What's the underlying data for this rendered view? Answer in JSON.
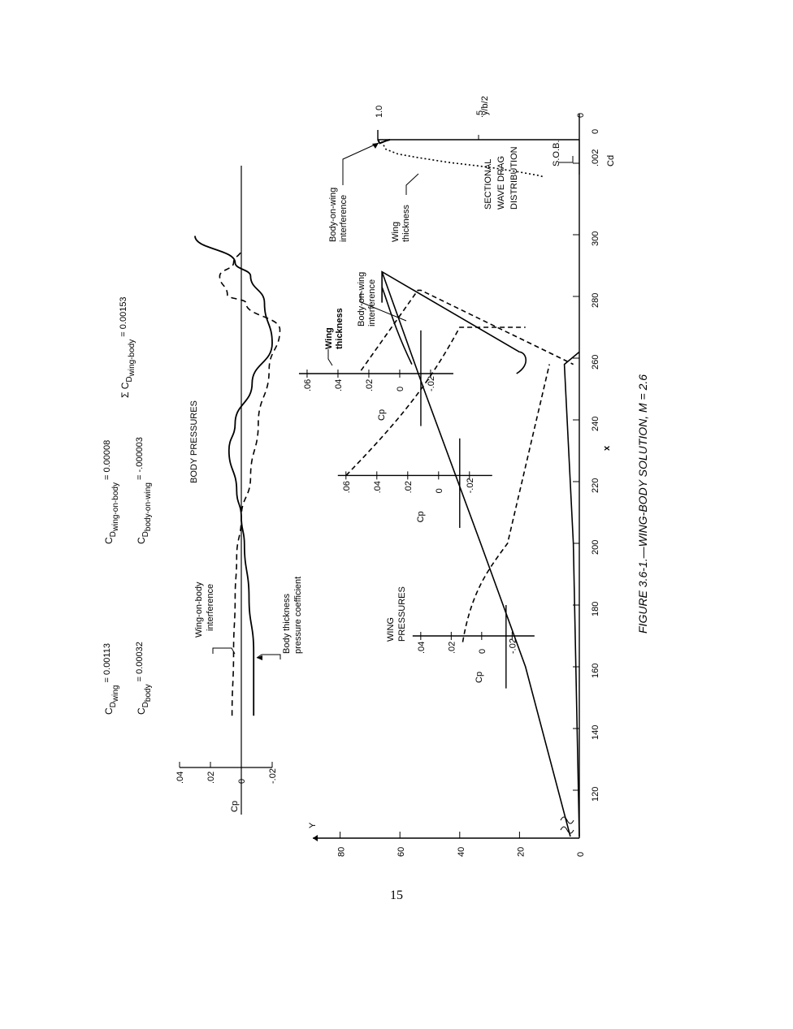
{
  "figure": {
    "caption": "FIGURE 3.6-1.—WING-BODY SOLUTION, M = 2.6",
    "page_number": "15"
  },
  "coefficients": [
    {
      "base": "C",
      "sub": "D",
      "subsub": "wing",
      "value": "= 0.00113"
    },
    {
      "base": "C",
      "sub": "D",
      "subsub": "body",
      "value": "= 0.00032"
    },
    {
      "base": "C",
      "sub": "D",
      "subsub": "wing-on-body",
      "value": "= 0.00008"
    },
    {
      "base": "C",
      "sub": "D",
      "subsub": "body-on-wing",
      "value": "= -.000003"
    },
    {
      "base": "Σ C",
      "sub": "D",
      "subsub": "wing-body",
      "value": "= 0.00153"
    }
  ],
  "labels": {
    "body_pressures": "BODY PRESSURES",
    "wing_pressures": "WING PRESSURES",
    "cp": "Cp",
    "x_axis": "x",
    "y_axis": "Y",
    "wing_on_body": "Wing-on-body interference",
    "body_thickness": "Body thickness pressure coefficient",
    "wing_thickness": "Wing thickness",
    "body_on_wing": "Body-on-wing interference",
    "sectional": "SECTIONAL WAVE DRAG DISTRIBUTION",
    "sob": "S.O.B.",
    "y_b2": "y/b/2",
    "cd_axis": "Cd",
    "wing_thickness_small": "Wing thickness",
    "body_on_wing_small": "Body-on-wing interference"
  },
  "chart_data": [
    {
      "type": "line",
      "name": "body_pressures",
      "xlim": [
        100,
        320
      ],
      "ylim": [
        -0.02,
        0.04
      ],
      "yticks": [
        ".04",
        ".02",
        "0",
        "-.02"
      ],
      "series": [
        {
          "name": "Body thickness pressure coefficient",
          "style": "solid",
          "x": [
            136,
            160,
            180,
            200,
            210,
            220,
            235,
            245,
            260,
            275,
            290,
            300,
            305,
            315
          ],
          "y": [
            -0.008,
            -0.008,
            -0.005,
            -0.002,
            0.0,
            0.003,
            0.008,
            0.004,
            -0.007,
            -0.02,
            -0.015,
            -0.006,
            0.004,
            0.03
          ]
        },
        {
          "name": "Wing-on-body interference",
          "style": "dashed",
          "x": [
            136,
            160,
            180,
            195,
            210,
            225,
            245,
            265,
            280,
            290,
            293,
            300,
            305,
            310
          ],
          "y": [
            0.006,
            0.005,
            0.004,
            0.003,
            0.0,
            -0.006,
            -0.011,
            -0.018,
            -0.025,
            -0.003,
            0.009,
            0.014,
            0.005,
            0.0
          ]
        }
      ]
    },
    {
      "type": "line",
      "name": "wing_planform_and_pressures",
      "xlim": [
        105,
        320
      ],
      "ylim": [
        0,
        90
      ],
      "xticks": [
        "120",
        "140",
        "160",
        "180",
        "200",
        "220",
        "240",
        "260",
        "280",
        "300"
      ],
      "yticks": [
        "80",
        "60",
        "40",
        "20",
        "0"
      ],
      "leading_edge": {
        "x": [
          105,
          160,
          200,
          250,
          288
        ],
        "y": [
          3,
          18,
          33,
          52,
          66
        ]
      },
      "trailing_edge": {
        "x": [
          105,
          200,
          258,
          262
        ],
        "y": [
          0,
          2,
          5,
          0
        ]
      },
      "tip": {
        "x": [
          278,
          288
        ],
        "y": [
          66,
          66
        ]
      },
      "stations": [
        {
          "y": 24.5,
          "x_center": 170,
          "cp_ticks": [
            ".04",
            ".02",
            "0",
            "-.02"
          ]
        },
        {
          "y": 40,
          "x_center": 222,
          "cp_ticks": [
            ".06",
            ".04",
            ".02",
            "0",
            "-.02"
          ]
        },
        {
          "y": 53,
          "x_center": 255,
          "cp_ticks": [
            ".06",
            ".04",
            ".02",
            "0",
            "-.02"
          ]
        }
      ]
    },
    {
      "type": "line",
      "name": "sectional_wave_drag_distribution",
      "x_label": "Cd",
      "y_label": "y/b/2",
      "xticks": [
        ".002",
        "0"
      ],
      "yticks": [
        "1.0",
        ".5",
        "0"
      ],
      "series": [
        {
          "name": "Wing thickness",
          "style": "dotted",
          "cd": [
            0.0,
            0.0002,
            0.0008,
            0.0012,
            0.0015,
            0.0019,
            0.0023,
            0.0027,
            0.003,
            0.0031
          ],
          "eta": [
            1.0,
            0.98,
            0.96,
            0.9,
            0.8,
            0.65,
            0.45,
            0.3,
            0.2,
            0.18
          ]
        },
        {
          "name": "Body-on-wing interference",
          "style": "solid",
          "cd": [
            0.0,
            0.0003,
            0.0001,
            0.0
          ],
          "eta": [
            1.0,
            0.99,
            0.96,
            0.94
          ]
        }
      ]
    }
  ]
}
